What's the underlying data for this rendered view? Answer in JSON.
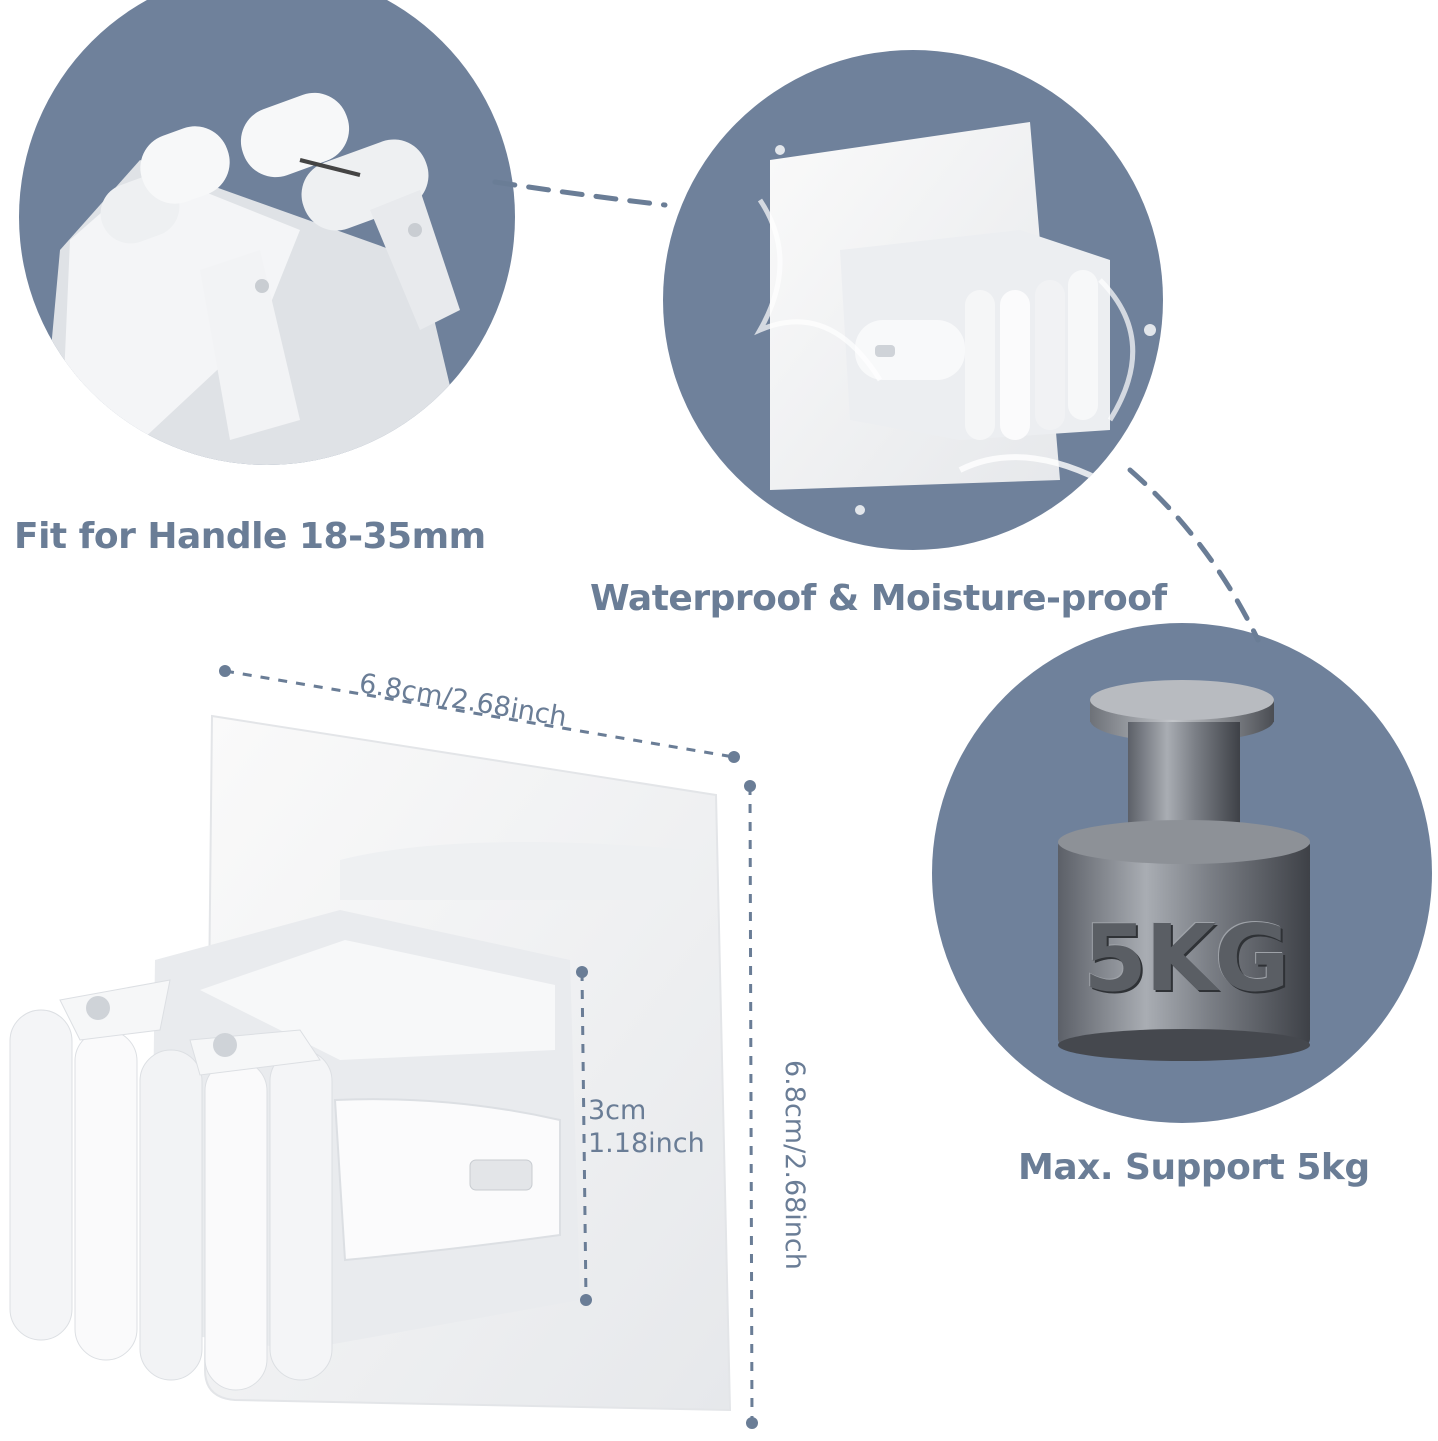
{
  "features": {
    "handle": "Fit for Handle 18-35mm",
    "waterproof": "Waterproof & Moisture-proof",
    "support": "Max. Support 5kg"
  },
  "weight_label": "5KG",
  "dimensions": {
    "width": "6.8cm/2.68inch",
    "height": "6.8cm/2.68inch",
    "depth_cm": "3cm",
    "depth_inch": "1.18inch"
  },
  "colors": {
    "circle_bg": "#6f819b",
    "label_text": "#6a7d96",
    "dash_line": "#6a7d96",
    "product_white": "#f2f3f5"
  }
}
